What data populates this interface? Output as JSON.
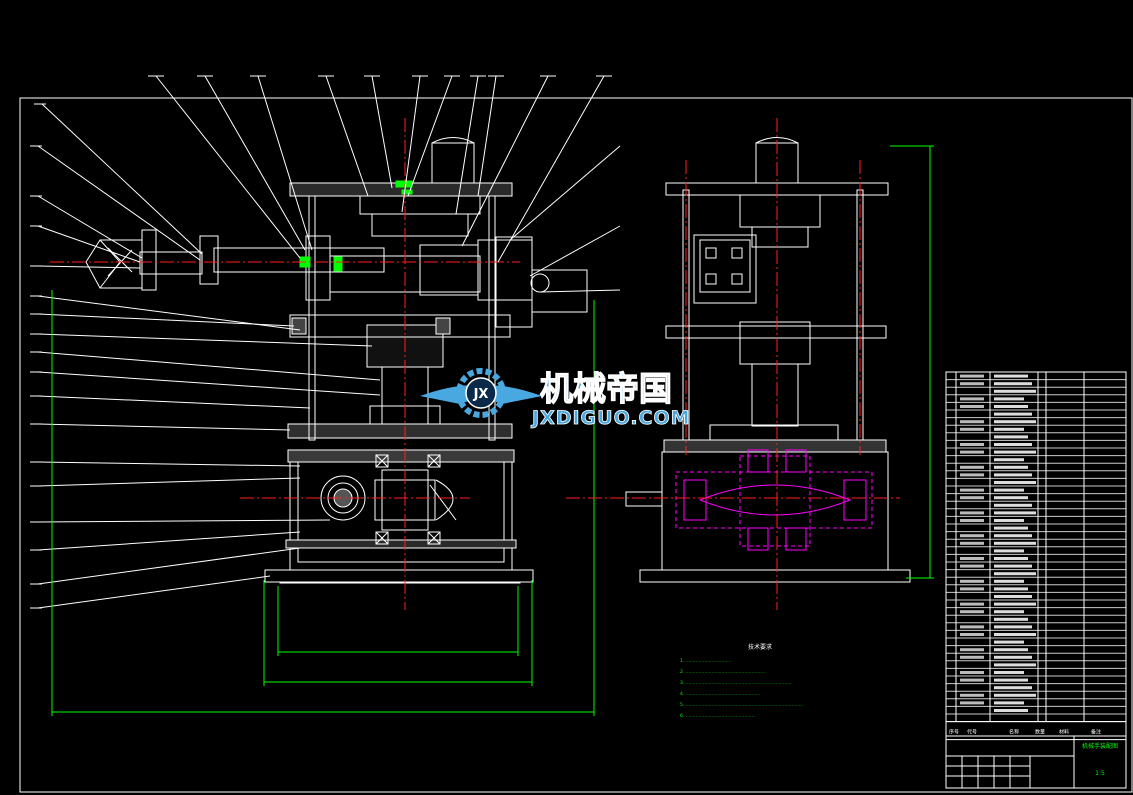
{
  "watermark": {
    "emblem": "JX",
    "name_cn": "机械帝国",
    "url": "JXDIGUO.COM"
  },
  "colors": {
    "background": "#000000",
    "outline": "#ffffff",
    "centerline": "#ff2020",
    "dimension": "#00ff00",
    "leader": "#ffffff",
    "hidden": "#ff00ff",
    "watermark": "#4aa8e0"
  },
  "notes": {
    "title": "技术要求",
    "lines": [
      "1. ................................",
      "2. ........................................................",
      "3. ..........................................................................",
      "4. ....................................................",
      "5. ..................................................................................",
      "6. ................................................."
    ]
  },
  "title_block": {
    "drawing_name": "机械手装配图",
    "scale": "1:5",
    "headers": [
      "序号",
      "代号",
      "名称",
      "数量",
      "材料",
      "备注"
    ]
  }
}
